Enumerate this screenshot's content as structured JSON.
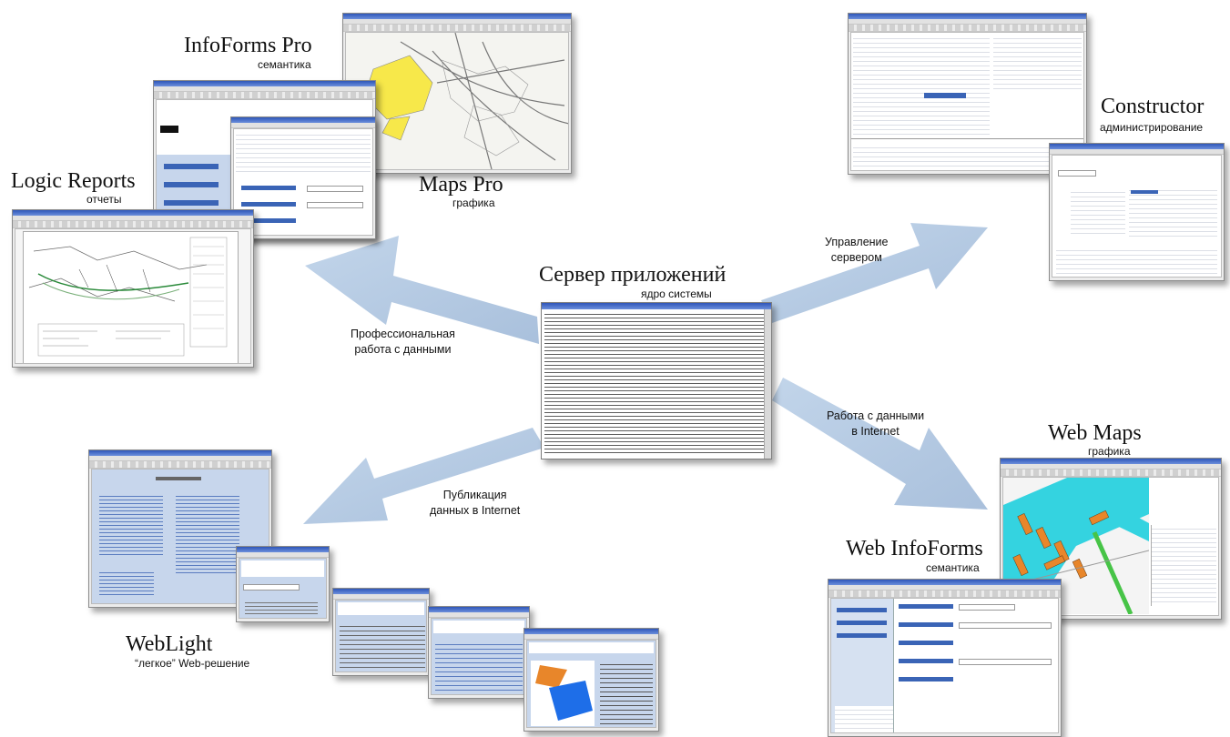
{
  "center": {
    "title": "Сервер приложений",
    "subtitle": "ядро системы"
  },
  "products": {
    "infoforms": {
      "title": "InfoForms Pro",
      "subtitle": "семантика"
    },
    "maps": {
      "title": "Maps Pro",
      "subtitle": "графика"
    },
    "logic": {
      "title": "Logic Reports",
      "subtitle": "отчеты"
    },
    "constructor": {
      "title": "Constructor",
      "subtitle": "администрирование"
    },
    "webmaps": {
      "title": "Web Maps",
      "subtitle": "графика"
    },
    "webinfoforms": {
      "title": "Web InfoForms",
      "subtitle": "семантика"
    },
    "weblight": {
      "title": "WebLight",
      "subtitle": "“легкое” Web-решение"
    }
  },
  "arrows": {
    "pro": [
      "Профессиональная",
      "работа с данными"
    ],
    "admin": [
      "Управление",
      "сервером"
    ],
    "internet": [
      "Работа с данными",
      "в Internet"
    ],
    "publish": [
      "Публикация",
      "данных в Internet"
    ]
  },
  "colors": {
    "arrow": "#b6cbe3",
    "map_yellow": "#f7e84a",
    "map_cyan": "#34d3e0",
    "map_orange": "#e8862a",
    "form_blue": "#c7d6ec"
  }
}
